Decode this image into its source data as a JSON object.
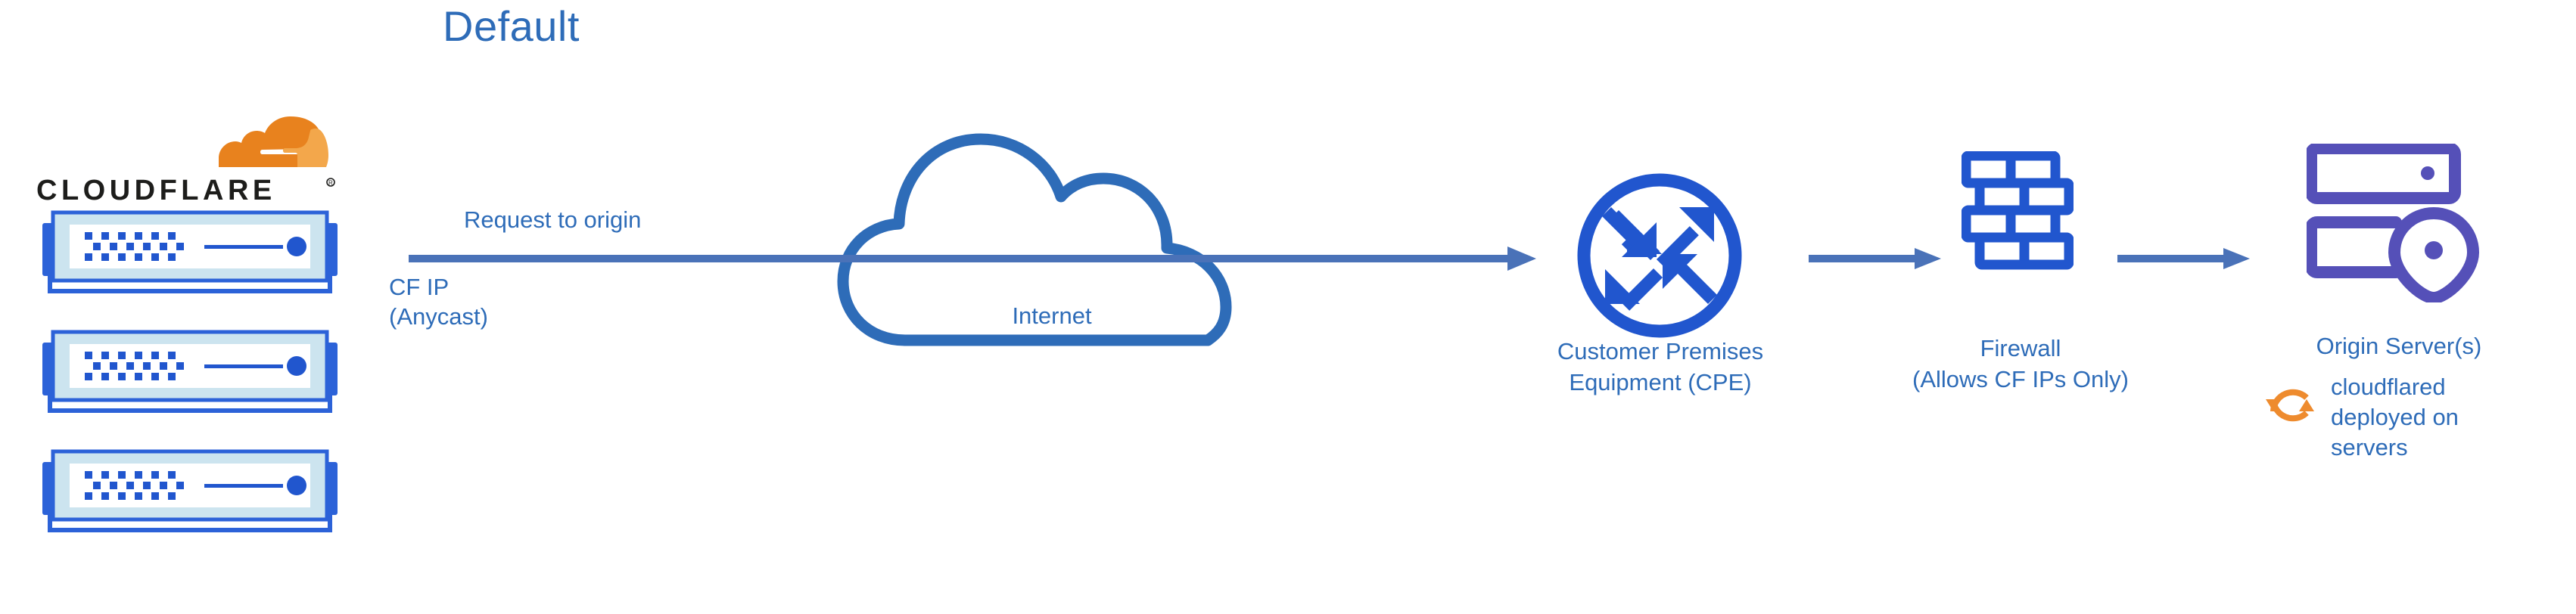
{
  "title": "Default",
  "colors": {
    "label_blue": "#2E6CB8",
    "arrow_blue": "#4A72B8",
    "icon_blue": "#2156CE",
    "server_border_blue": "#2C62D8",
    "server_fill_light": "#CCE4EF",
    "origin_purple": "#5550B8",
    "cloudflare_orange_dark": "#E8821E",
    "cloudflare_orange_light": "#F3A74B",
    "wordmark_black": "#1D1D1B"
  },
  "brand": {
    "logo_name": "cloudflare-logo",
    "wordmark": "CLOUDFLARE",
    "trademark": "®",
    "cloud_icon_name": "cloudflare-cloud-icon"
  },
  "cf_servers": [
    {
      "name": "cloudflare-server-1"
    },
    {
      "name": "cloudflare-server-2"
    },
    {
      "name": "cloudflare-server-3"
    }
  ],
  "flow": {
    "request_label": "Request to origin",
    "cf_ip_label": "CF IP\n(Anycast)",
    "internet_label": "Internet",
    "arrow_main_name": "arrow-cloudflare-to-cpe",
    "arrow_cpe_firewall_name": "arrow-cpe-to-firewall",
    "arrow_firewall_origin_name": "arrow-firewall-to-origin"
  },
  "nodes": [
    {
      "id": "cpe",
      "icon": "cpe-arrows-circle-icon",
      "label_line_1": "Customer Premises",
      "label_line_2": "Equipment (CPE)"
    },
    {
      "id": "firewall",
      "icon": "firewall-brick-wall-icon",
      "label_line_1": "Firewall",
      "label_line_2": "(Allows CF IPs Only)"
    },
    {
      "id": "origin",
      "icon": "origin-server-icon",
      "label_line_1": "Origin Server(s)",
      "label_line_2": ""
    }
  ],
  "annotation": {
    "icon": "cloudflared-refresh-icon",
    "text": "cloudflared\ndeployed on\nservers"
  }
}
